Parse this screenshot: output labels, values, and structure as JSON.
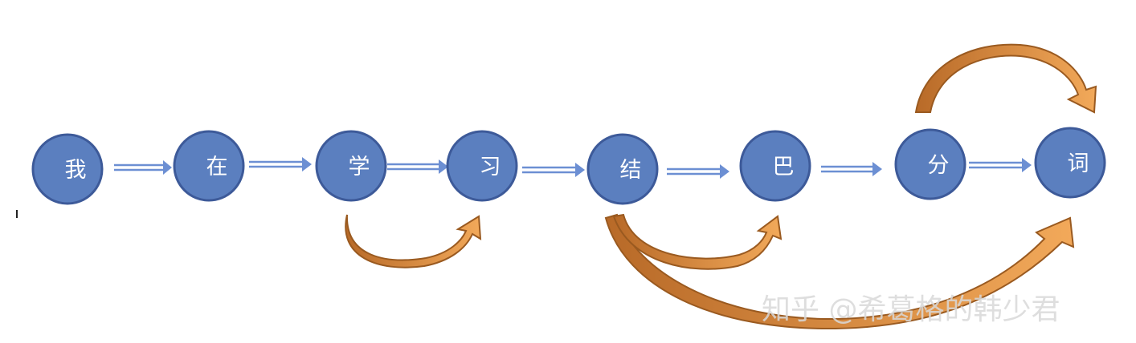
{
  "nodes": [
    {
      "id": "n1",
      "label": "我"
    },
    {
      "id": "n2",
      "label": "在"
    },
    {
      "id": "n3",
      "label": "学"
    },
    {
      "id": "n4",
      "label": "习"
    },
    {
      "id": "n5",
      "label": "结"
    },
    {
      "id": "n6",
      "label": "巴"
    },
    {
      "id": "n7",
      "label": "分"
    },
    {
      "id": "n8",
      "label": "词"
    }
  ],
  "sequence_edges": [
    {
      "from": "n1",
      "to": "n2"
    },
    {
      "from": "n2",
      "to": "n3"
    },
    {
      "from": "n3",
      "to": "n4"
    },
    {
      "from": "n4",
      "to": "n5"
    },
    {
      "from": "n5",
      "to": "n6"
    },
    {
      "from": "n6",
      "to": "n7"
    },
    {
      "from": "n7",
      "to": "n8"
    }
  ],
  "skip_edges": [
    {
      "from": "n3",
      "to": "n4"
    },
    {
      "from": "n5",
      "to": "n6"
    },
    {
      "from": "n5",
      "to": "n8"
    },
    {
      "from": "n7",
      "to": "n8"
    }
  ],
  "watermark": "知乎 @希葛格的韩少君",
  "colors": {
    "node_fill": "#5b7fbf",
    "node_stroke": "#3d5a99",
    "arrow": "#6c8fd3",
    "curve": "#d98c3c"
  }
}
